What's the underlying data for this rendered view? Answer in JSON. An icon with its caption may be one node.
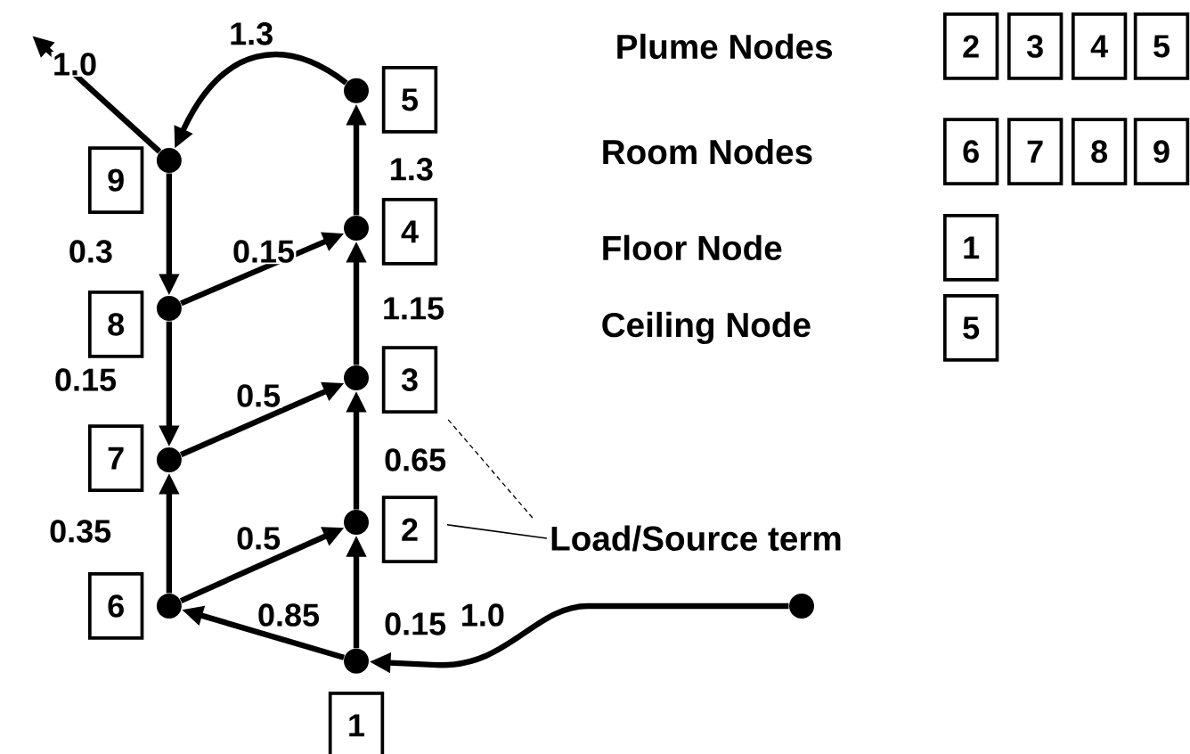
{
  "diagram": {
    "nodes": [
      {
        "text": [],
        "shape": "circle"
      },
      {
        "text": [],
        "shape": "circle"
      },
      {
        "text": [],
        "shape": "circle"
      },
      {
        "text": [],
        "shape": "circle"
      },
      {
        "text": [],
        "shape": "circle"
      },
      {
        "text": [],
        "shape": "circle"
      },
      {
        "text": [],
        "shape": "circle"
      },
      {
        "text": [],
        "shape": "circle"
      },
      {
        "text": [],
        "shape": "circle"
      },
      {
        "text": [],
        "shape": "circle"
      },
      {
        "text": [
          "1"
        ]
      },
      {
        "text": [
          "2"
        ]
      },
      {
        "text": [
          "3"
        ]
      },
      {
        "text": [
          "4"
        ]
      },
      {
        "text": [
          "5"
        ]
      },
      {
        "text": [
          "6"
        ]
      },
      {
        "text": [
          "7"
        ]
      },
      {
        "text": [
          "8"
        ]
      },
      {
        "text": [
          "9"
        ]
      },
      {
        "text": [
          "Load/Source term"
        ]
      },
      {
        "text": [
          "2"
        ]
      },
      {
        "text": [
          "3"
        ]
      },
      {
        "text": [
          "4"
        ]
      },
      {
        "text": [
          "5"
        ]
      },
      {
        "text": [
          "6"
        ]
      },
      {
        "text": [
          "7"
        ]
      },
      {
        "text": [
          "8"
        ]
      },
      {
        "text": [
          "9"
        ]
      },
      {
        "text": [
          "1"
        ]
      },
      {
        "text": [
          "5"
        ]
      }
    ],
    "edges": [
      {
        "from": 9,
        "to": 0,
        "arrow": "to",
        "label": "1.0"
      },
      {
        "from": 0,
        "to": 1,
        "arrow": "to",
        "label": "0.15"
      },
      {
        "from": 0,
        "to": 5,
        "arrow": "to",
        "label": "0.85"
      },
      {
        "from": 5,
        "to": 1,
        "arrow": "to",
        "label": "0.5"
      },
      {
        "from": 1,
        "to": 2,
        "arrow": "to",
        "label": "0.65"
      },
      {
        "from": 5,
        "to": 6,
        "arrow": "to",
        "label": "0.35"
      },
      {
        "from": 6,
        "to": 2,
        "arrow": "to",
        "label": "0.5"
      },
      {
        "from": 7,
        "to": 6,
        "arrow": "to",
        "label": "0.15"
      },
      {
        "from": 2,
        "to": 3,
        "arrow": "to",
        "label": "1.15"
      },
      {
        "from": 7,
        "to": 3,
        "arrow": "to",
        "label": "0.15"
      },
      {
        "from": 8,
        "to": 7,
        "arrow": "to",
        "label": "0.3"
      },
      {
        "from": 3,
        "to": 4,
        "arrow": "to",
        "label": "1.3"
      },
      {
        "from": 4,
        "to": 8,
        "arrow": "to",
        "label": "1.3"
      },
      {
        "from": 8,
        "to": null,
        "arrow": "to",
        "label": "1.0"
      },
      {
        "from": 19,
        "to": 11,
        "arrow": "none"
      },
      {
        "from": 19,
        "to": 12,
        "arrow": "none",
        "style": "dashed"
      }
    ],
    "labels": [
      "Plume Nodes",
      "Room Nodes",
      "Floor Node",
      "Ceiling Node"
    ]
  }
}
